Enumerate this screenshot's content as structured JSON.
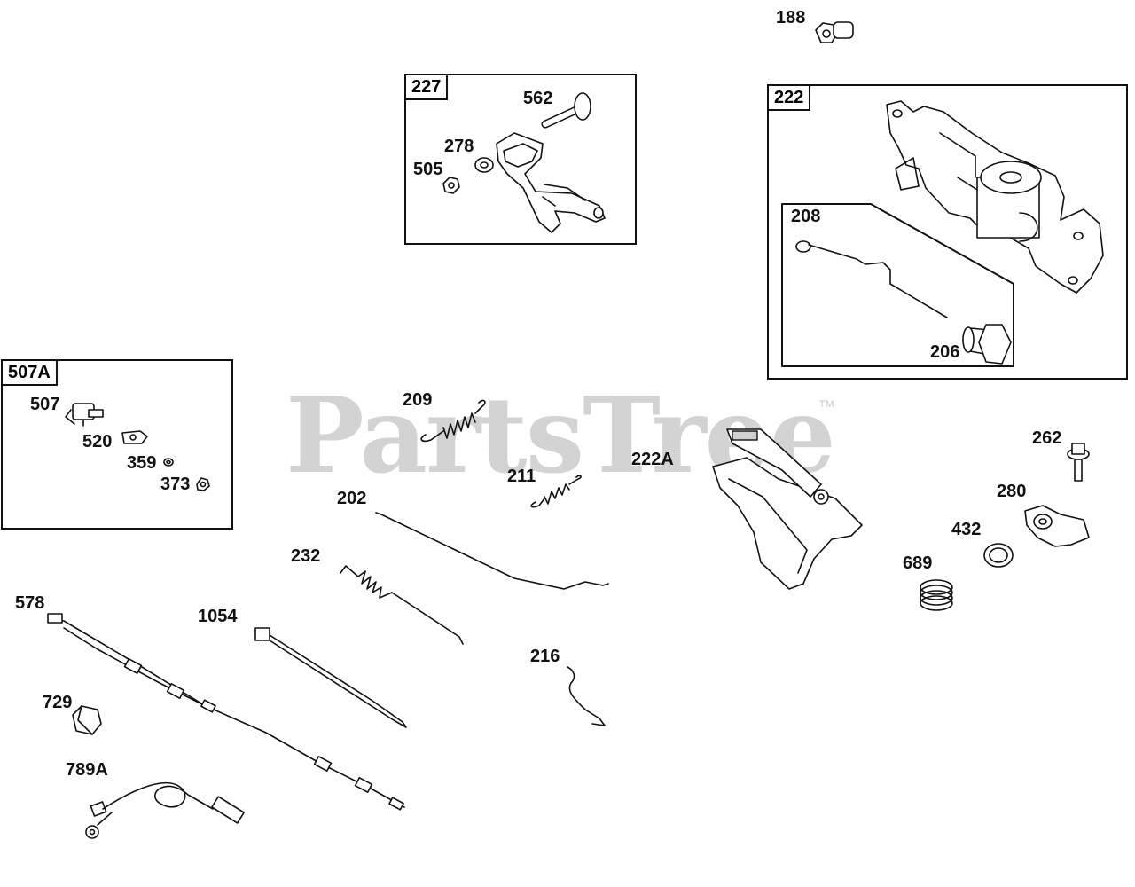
{
  "watermark": {
    "brand": "PartsTree",
    "trademark": "™"
  },
  "groups": [
    {
      "id": "227",
      "label": "227"
    },
    {
      "id": "222",
      "label": "222"
    },
    {
      "id": "208",
      "label": "208"
    },
    {
      "id": "507A",
      "label": "507A"
    }
  ],
  "callouts": {
    "c188": "188",
    "c562": "562",
    "c278": "278",
    "c505": "505",
    "c206": "206",
    "c507": "507",
    "c520": "520",
    "c359": "359",
    "c373": "373",
    "c209": "209",
    "c211": "211",
    "c222A": "222A",
    "c262": "262",
    "c280": "280",
    "c202": "202",
    "c232": "232",
    "c432": "432",
    "c689": "689",
    "c578": "578",
    "c1054": "1054",
    "c216": "216",
    "c729": "729",
    "c789A": "789A"
  }
}
